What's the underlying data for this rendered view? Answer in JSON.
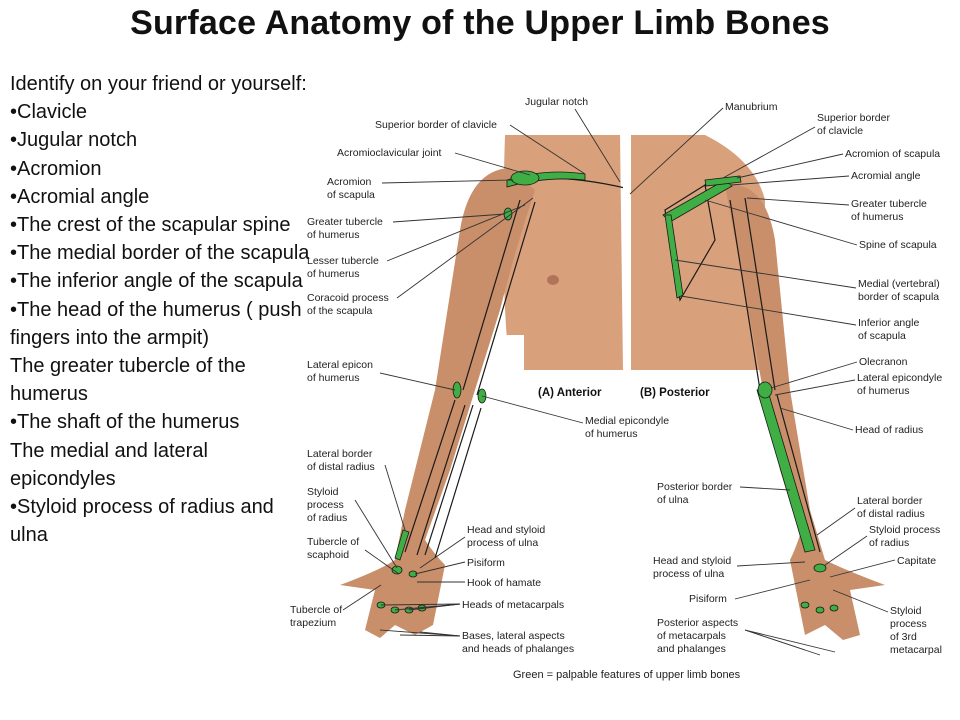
{
  "title": "Surface Anatomy of the Upper Limb Bones",
  "intro": [
    "Identify on your friend or yourself:",
    "•Clavicle",
    "•Jugular notch",
    "•Acromion",
    "•Acromial angle",
    "•The crest of the scapular spine",
    "•The medial border of the scapula",
    "•The inferior angle of the scapula",
    "•The head of the humerus ( push fingers into the armpit)",
    "The greater tubercle of the humerus",
    "•The shaft of the humerus",
    "The medial and lateral epicondyles",
    "•Styloid process of radius and ulna"
  ],
  "labels": {
    "jugular_notch": "Jugular notch",
    "superior_border_clavicle_a": "Superior border of clavicle",
    "acromioclavicular_joint": "Acromioclavicular joint",
    "acromion_scapula_a_1": "Acromion",
    "acromion_scapula_a_2": "of scapula",
    "greater_tubercle_a_1": "Greater tubercle",
    "greater_tubercle_a_2": "of humerus",
    "lesser_tubercle_1": "Lesser tubercle",
    "lesser_tubercle_2": "of humerus",
    "coracoid_1": "Coracoid process",
    "coracoid_2": "of the scapula",
    "lateral_epicon_1": "Lateral epicon",
    "lateral_epicon_2": "of humerus",
    "lateral_border_radius_a_1": "Lateral border",
    "lateral_border_radius_a_2": "of distal radius",
    "styloid_radius_1": "Styloid",
    "styloid_radius_2": "process",
    "styloid_radius_3": "of radius",
    "tubercle_scaphoid_1": "Tubercle of",
    "tubercle_scaphoid_2": "scaphoid",
    "tubercle_trapezium_1": "Tubercle of",
    "tubercle_trapezium_2": "trapezium",
    "head_styloid_ulna_a_1": "Head and styloid",
    "head_styloid_ulna_a_2": "process of ulna",
    "pisiform_a": "Pisiform",
    "hook_hamate": "Hook of hamate",
    "heads_metacarpals": "Heads of metacarpals",
    "bases_1": "Bases, lateral aspects",
    "bases_2": "and heads of phalanges",
    "medial_epicondyle_1": "Medial epicondyle",
    "medial_epicondyle_2": "of humerus",
    "panel_a": "(A)  Anterior",
    "panel_b": "(B)  Posterior",
    "manubrium": "Manubrium",
    "superior_border_clavicle_b_1": "Superior border",
    "superior_border_clavicle_b_2": "of clavicle",
    "acromion_scapula_b": "Acromion of scapula",
    "acromial_angle": "Acromial angle",
    "greater_tubercle_b_1": "Greater tubercle",
    "greater_tubercle_b_2": "of humerus",
    "spine_scapula": "Spine of scapula",
    "medial_border_1": "Medial (vertebral)",
    "medial_border_2": "border of scapula",
    "inferior_angle_1": "Inferior angle",
    "inferior_angle_2": "of scapula",
    "olecranon": "Olecranon",
    "lateral_epicondyle_b_1": "Lateral epicondyle",
    "lateral_epicondyle_b_2": "of humerus",
    "head_radius": "Head of radius",
    "posterior_border_ulna_1": "Posterior border",
    "posterior_border_ulna_2": "of ulna",
    "lateral_border_radius_b_1": "Lateral border",
    "lateral_border_radius_b_2": "of distal radius",
    "styloid_radius_b_1": "Styloid process",
    "styloid_radius_b_2": "of radius",
    "capitate": "Capitate",
    "head_styloid_ulna_b_1": "Head and styloid",
    "head_styloid_ulna_b_2": "process of ulna",
    "pisiform_b": "Pisiform",
    "posterior_aspects_1": "Posterior aspects",
    "posterior_aspects_2": "of metacarpals",
    "posterior_aspects_3": "and phalanges",
    "styloid_3rd_1": "Styloid",
    "styloid_3rd_2": "process",
    "styloid_3rd_3": "of 3rd",
    "styloid_3rd_4": "metacarpal"
  },
  "caption": "Green = palpable features of upper limb bones",
  "colors": {
    "palpable_green": "#3fae44",
    "skin": "#d9a07c",
    "text": "#111111"
  }
}
